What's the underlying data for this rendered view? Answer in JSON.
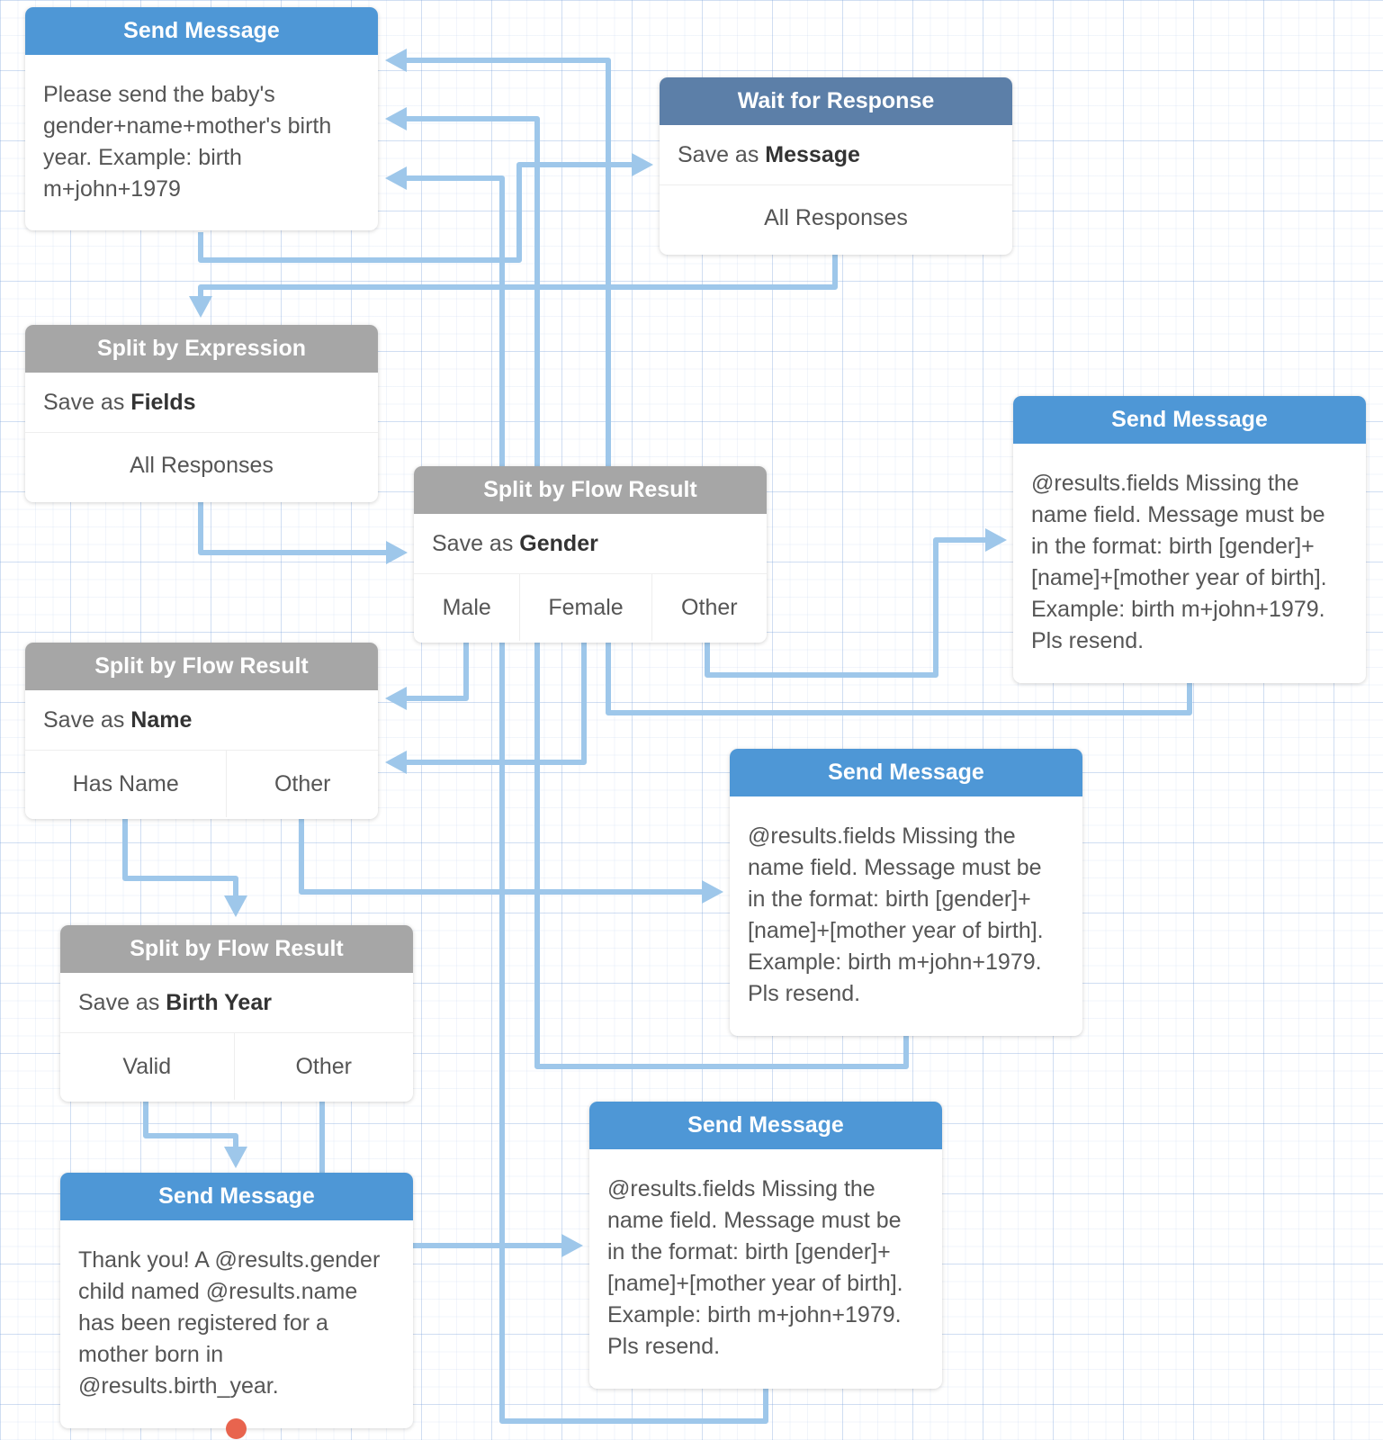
{
  "colors": {
    "send_header": "#4e97d6",
    "wait_header": "#5c7fa8",
    "split_header": "#a6a6a6",
    "connector": "#9ec7ea",
    "start_marker": "#e8644e"
  },
  "nodes": {
    "send_request": {
      "title": "Send Message",
      "text": "Please send the baby's gender+name+mother's birth year. Example: birth m+john+1979"
    },
    "wait_response": {
      "title": "Wait for Response",
      "save_prefix": "Save as",
      "save_var": "Message",
      "category": "All Responses"
    },
    "split_expression": {
      "title": "Split by Expression",
      "save_prefix": "Save as",
      "save_var": "Fields",
      "category": "All Responses"
    },
    "split_gender": {
      "title": "Split by Flow Result",
      "save_prefix": "Save as",
      "save_var": "Gender",
      "categories": [
        "Male",
        "Female",
        "Other"
      ]
    },
    "split_name": {
      "title": "Split by Flow Result",
      "save_prefix": "Save as",
      "save_var": "Name",
      "categories": [
        "Has Name",
        "Other"
      ]
    },
    "split_birth_year": {
      "title": "Split by Flow Result",
      "save_prefix": "Save as",
      "save_var": "Birth Year",
      "categories": [
        "Valid",
        "Other"
      ]
    },
    "send_missing_1": {
      "title": "Send Message",
      "text": "@results.fields Missing the name field. Message must be in the format: birth [gender]+[name]+[mother year of birth]. Example: birth m+john+1979. Pls resend."
    },
    "send_missing_2": {
      "title": "Send Message",
      "text": "@results.fields Missing the name field. Message must be in the format: birth [gender]+[name]+[mother year of birth]. Example: birth m+john+1979. Pls resend."
    },
    "send_missing_3": {
      "title": "Send Message",
      "text": "@results.fields Missing the name field. Message must be in the format: birth [gender]+[name]+[mother year of birth]. Example: birth m+john+1979. Pls resend."
    },
    "send_thanks": {
      "title": "Send Message",
      "text": "Thank you! A @results.gender child named @results.name has been registered for a mother born in @results.birth_year."
    }
  }
}
